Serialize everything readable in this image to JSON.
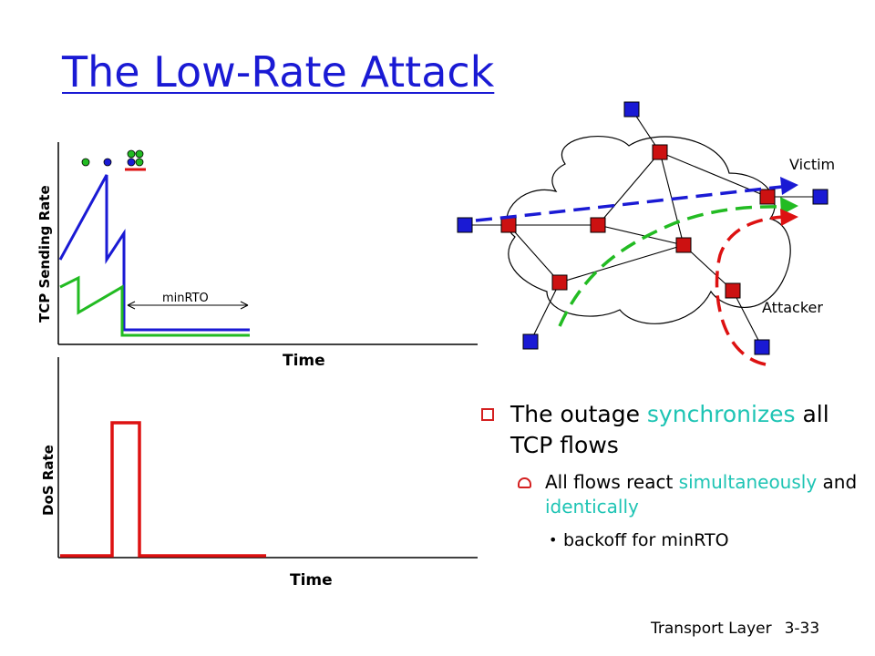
{
  "slide": {
    "title": "The Low-Rate Attack",
    "footer_section": "Transport Layer",
    "footer_page": "3-33"
  },
  "top_chart": {
    "ylabel": "TCP Sending Rate",
    "xlabel": "Time",
    "annotation": "minRTO"
  },
  "bottom_chart": {
    "ylabel": "DoS Rate",
    "xlabel": "Time"
  },
  "network": {
    "victim_label": "Victim",
    "attacker_label": "Attacker"
  },
  "bullets": {
    "b1_pre": "The outage ",
    "b1_highlight": "synchronizes",
    "b1_post": " all TCP flows",
    "b2_pre": "All flows react ",
    "b2_hl1": "simultaneously",
    "b2_mid": " and ",
    "b2_hl2": "identically",
    "b3": "backoff for minRTO"
  },
  "colors": {
    "title": "#1a1ad4",
    "highlight": "#1ec4b4",
    "flow_blue": "#1a1ad4",
    "flow_green": "#22bb22",
    "flow_red": "#dd1111",
    "router_fill": "#cc1111",
    "host_fill": "#1a1ad4"
  }
}
